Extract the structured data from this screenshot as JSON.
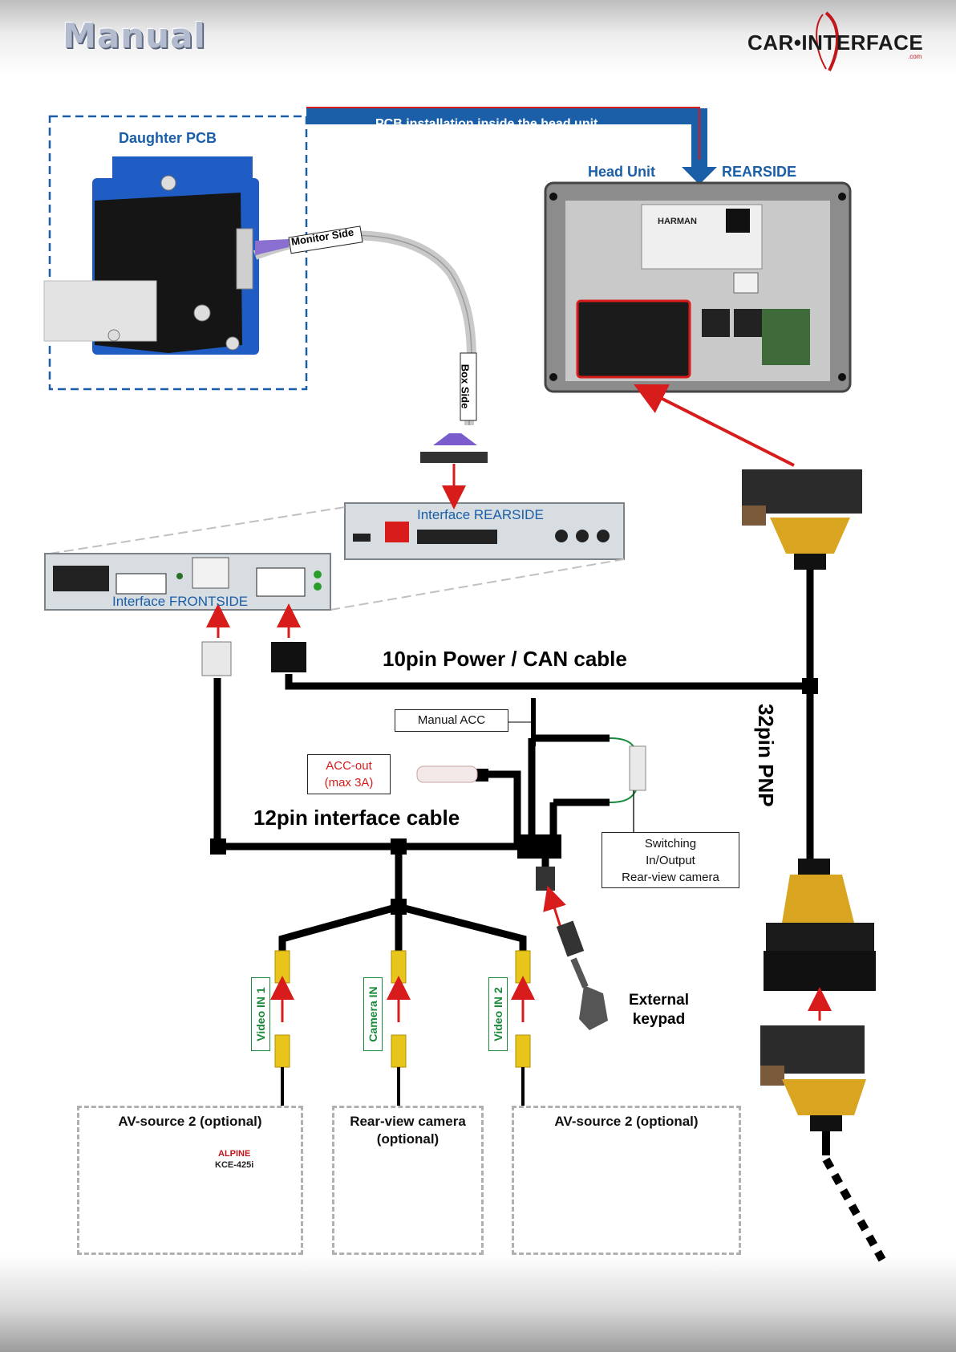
{
  "header": {
    "title": "Manual",
    "logo_text": "CAR•INTERFACE",
    "logo_suffix": ".com"
  },
  "labels": {
    "daughter_pcb": "Daughter PCB",
    "pcb_installation": "PCB installation inside the head unit",
    "head_unit": "Head Unit",
    "rearside": "REARSIDE",
    "monitor_side": "Monitor Side",
    "box_side": "Box Side",
    "interface_rearside": "Interface REARSIDE",
    "interface_frontside": "Interface FRONTSIDE",
    "power_can_cable": "10pin Power / CAN cable",
    "pnp_32pin": "32pin PNP",
    "manual_acc": "Manual ACC",
    "acc_out_line1": "ACC-out",
    "acc_out_line2": "(max 3A)",
    "interface_cable_12pin": "12pin interface cable",
    "switching_line1": "Switching",
    "switching_line2": "In/Output",
    "switching_line3": "Rear-view camera",
    "video_in_1": "Video IN 1",
    "camera_in": "Camera IN",
    "video_in_2": "Video IN 2",
    "external_keypad_line1": "External",
    "external_keypad_line2": "keypad"
  },
  "sources": [
    {
      "title_line1": "AV-source 2 (optional)",
      "title_line2": ""
    },
    {
      "title_line1": "Rear-view camera",
      "title_line2": "(optional)"
    },
    {
      "title_line1": "AV-source 2 (optional)",
      "title_line2": ""
    }
  ],
  "device_text": {
    "harman": "HARMAN",
    "alpine": "ALPINE",
    "kce": "KCE-425i"
  },
  "colors": {
    "accent_blue": "#1a5fa8",
    "arrow_red": "#d81b1b",
    "label_green": "#1a8a3a",
    "cable_black": "#000000",
    "rca_yellow": "#e8c51a"
  }
}
